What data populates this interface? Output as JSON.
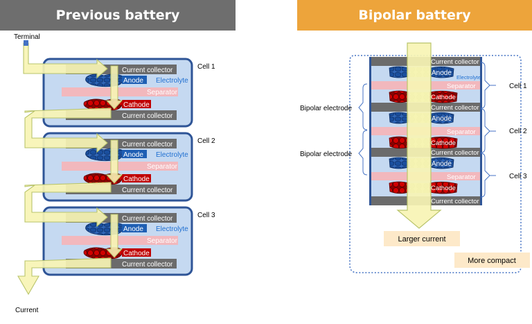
{
  "headers": {
    "left": "Previous battery",
    "right": "Bipolar battery"
  },
  "labels": {
    "terminal": "Terminal",
    "current": "Current",
    "current_collector": "Current collector",
    "anode": "Anode",
    "cathode": "Cathode",
    "separator": "Separator",
    "electrolyte": "Electrolyte",
    "cell1": "Cell 1",
    "cell2": "Cell 2",
    "cell3": "Cell 3",
    "bipolar_electrode": "Bipolar electrode",
    "larger_current": "Larger current",
    "more_compact": "More compact"
  },
  "colors": {
    "left_header": "#6e6e6e",
    "right_header": "#eda43b",
    "cell_fill": "#c5d9f1",
    "cell_border": "#2f5597",
    "collector": "#6b6b6b",
    "separator": "#f2b8bd",
    "anode": "#1f5fb4",
    "cathode": "#c00000",
    "arrow": "#f7f4b4",
    "arrow_border": "#b9c46b",
    "callout": "#fde9c9",
    "electrolyte_text": "#1f6fd1"
  }
}
